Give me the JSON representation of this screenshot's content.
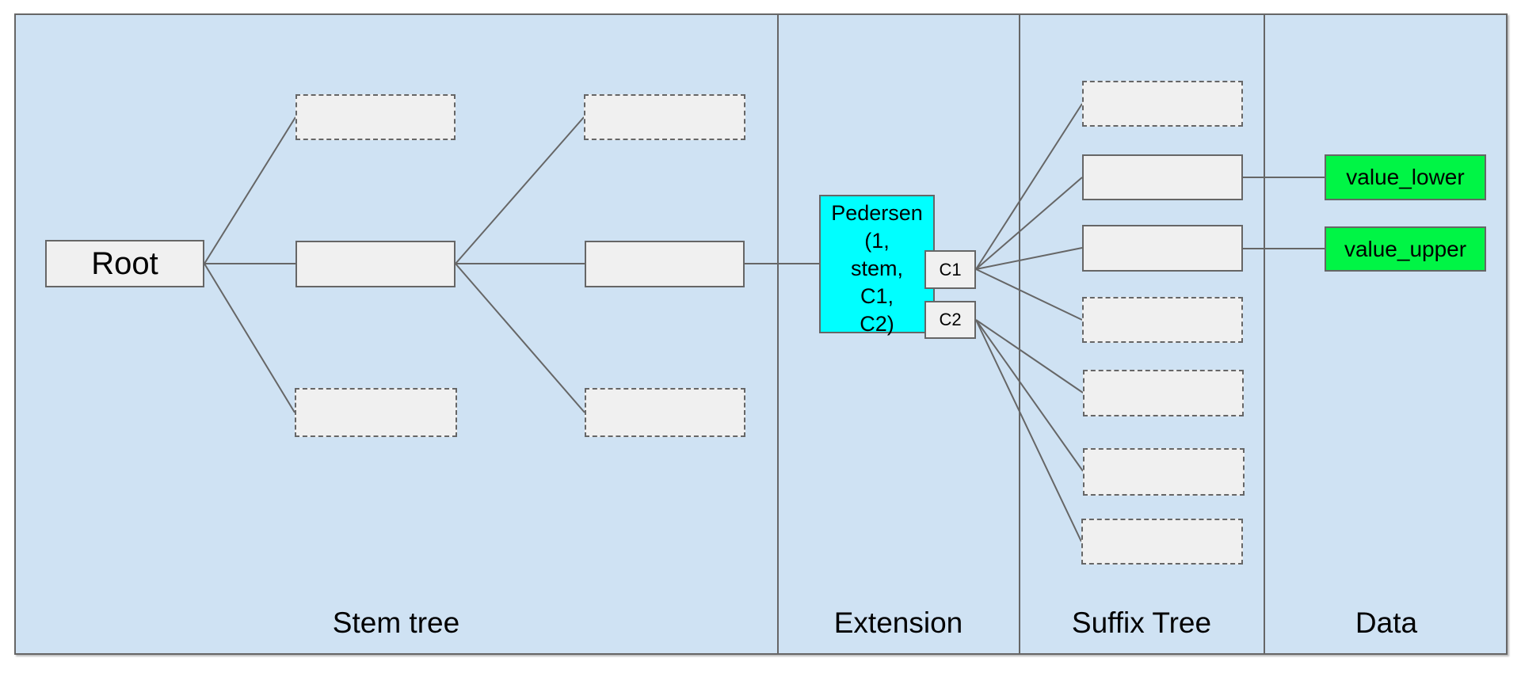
{
  "lanes": [
    {
      "id": "stem-tree",
      "label": "Stem tree"
    },
    {
      "id": "extension",
      "label": "Extension"
    },
    {
      "id": "suffix-tree",
      "label": "Suffix Tree"
    },
    {
      "id": "data",
      "label": "Data"
    }
  ],
  "nodes": {
    "root": {
      "label": "Root"
    },
    "pedersen": {
      "label": "Pedersen\n(1,\nstem,\nC1,\nC2)"
    },
    "c1": {
      "label": "C1"
    },
    "c2": {
      "label": "C2"
    },
    "value_lower": {
      "label": "value_lower"
    },
    "value_upper": {
      "label": "value_upper"
    }
  },
  "structure": {
    "stem_tree_empty_dashed_boxes": 4,
    "stem_tree_empty_solid_boxes": 2,
    "suffix_tree_empty_dashed_boxes": 5,
    "suffix_tree_empty_solid_boxes": 2,
    "c1_connects_to_suffix_rows": [
      1,
      2,
      3,
      4
    ],
    "c2_connects_to_suffix_rows": [
      5,
      6,
      7
    ],
    "suffix_row_2_connects_to": "value_lower",
    "suffix_row_3_connects_to": "value_upper"
  },
  "colors": {
    "board_background": "#cfe2f3",
    "border_and_lines": "#666666",
    "empty_node_fill": "#f0f0f0",
    "extension_node_fill": "#00ffff",
    "data_node_fill": "#00f545",
    "text": "#000000"
  }
}
